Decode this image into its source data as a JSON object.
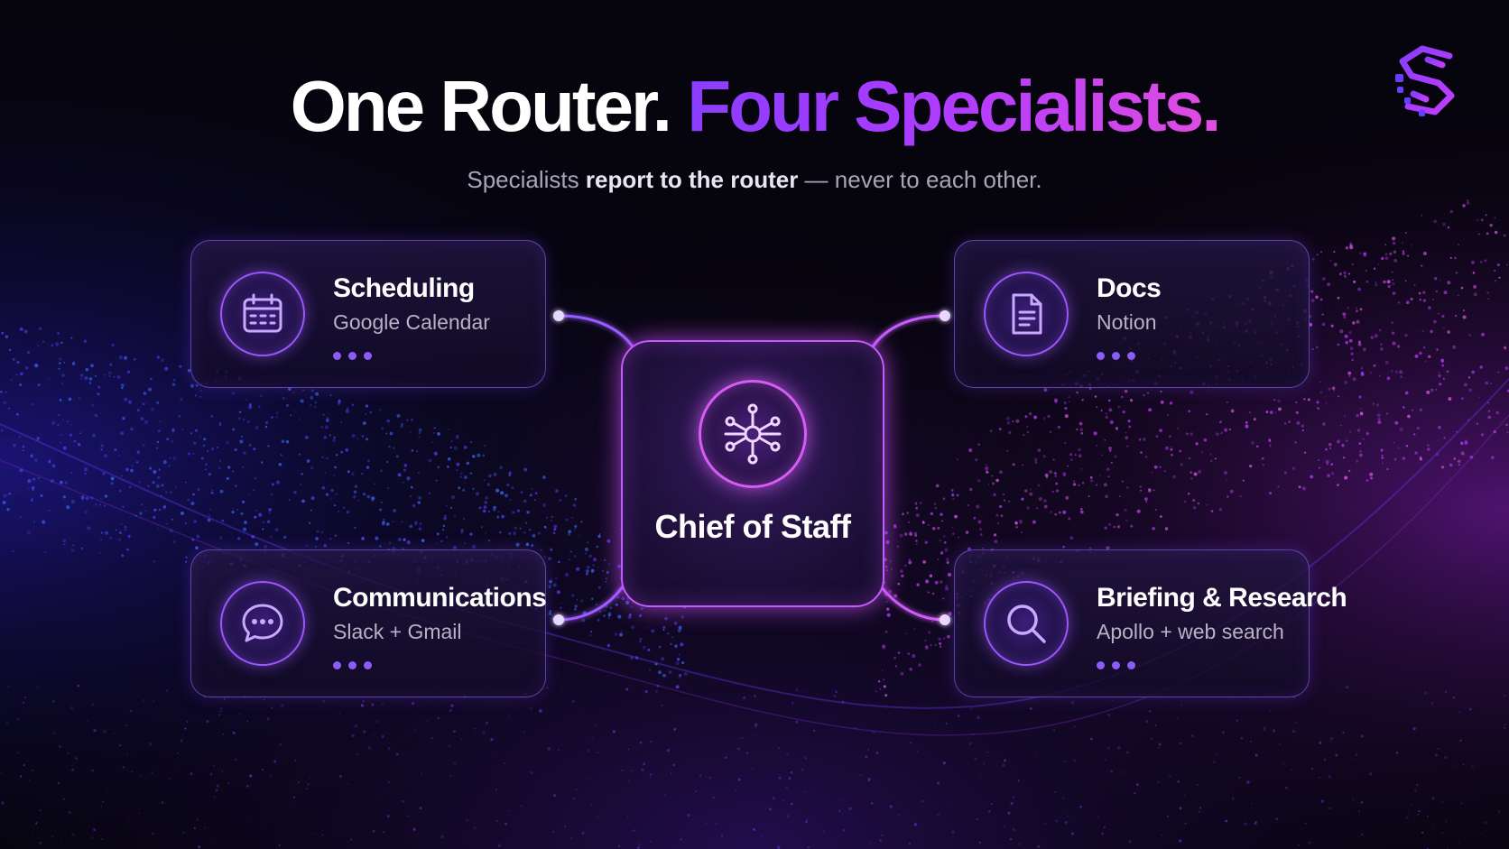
{
  "title": {
    "part1": "One Router.",
    "part2": "Four Specialists."
  },
  "subtitle": {
    "pre": "Specialists ",
    "bold": "report to the router",
    "post": " — never to each other."
  },
  "hub": {
    "name": "Chief of Staff",
    "icon": "network-hub-icon"
  },
  "specialists": [
    {
      "name": "Scheduling",
      "tool": "Google Calendar",
      "icon": "calendar-icon"
    },
    {
      "name": "Docs",
      "tool": "Notion",
      "icon": "document-icon"
    },
    {
      "name": "Communications",
      "tool": "Slack + Gmail",
      "icon": "chat-bubble-icon"
    },
    {
      "name": "Briefing & Research",
      "tool": "Apollo + web search",
      "icon": "search-icon"
    }
  ],
  "logo": {
    "icon": "brand-logo-icon"
  },
  "colors": {
    "background": "#06040d",
    "accent_violet": "#8a3dff",
    "accent_magenta": "#e14de0",
    "card_border": "#9c6eff",
    "hub_border": "#c25cff",
    "dot": "#8b5cf6"
  }
}
